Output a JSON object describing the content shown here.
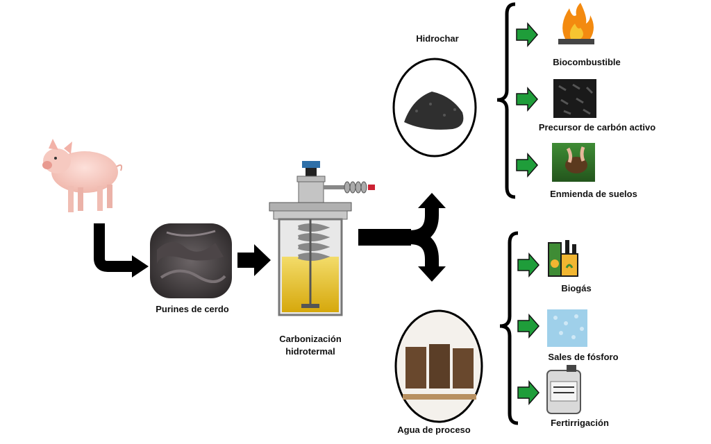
{
  "labels": {
    "manure": "Purines de cerdo",
    "htc_line1": "Carbonización",
    "htc_line2": "hidrotermal",
    "hydrochar": "Hidrochar",
    "process_water": "Agua de proceso"
  },
  "hydrochar_products": [
    {
      "label": "Biocombustible",
      "icon": "fire-icon"
    },
    {
      "label": "Precursor de carbón activo",
      "icon": "activated-carbon-icon"
    },
    {
      "label": "Enmienda de suelos",
      "icon": "soil-icon"
    }
  ],
  "water_products": [
    {
      "label": "Biogás",
      "icon": "biogas-plant-icon"
    },
    {
      "label": "Sales de fósforo",
      "icon": "phosphorus-salts-icon"
    },
    {
      "label": "Fertirrigación",
      "icon": "fertilizer-container-icon"
    }
  ],
  "colors": {
    "arrow": "#000000",
    "product_arrow": "#1f9d3a",
    "liquid": "#e2bd12",
    "vessel": "#9a9a9a"
  }
}
